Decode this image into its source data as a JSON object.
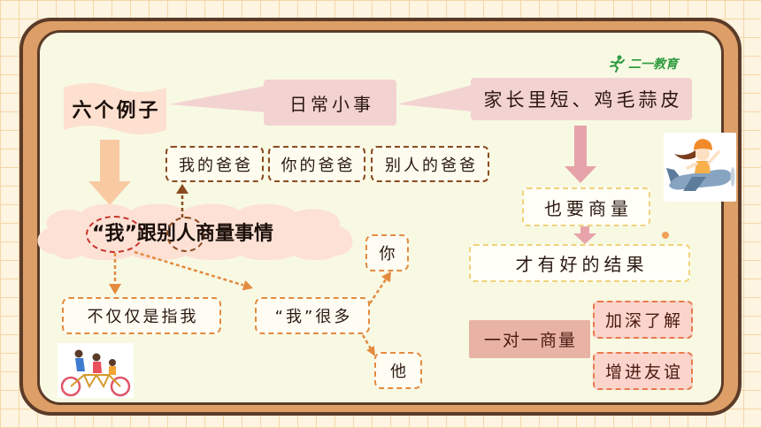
{
  "colors": {
    "frame": "#5b3b28",
    "band": "#dd9f67",
    "panel": "#f8f9e3",
    "callout": "#f3d2d2",
    "arrow": "#e6a3aa",
    "brown-dash": "#8b4a1e",
    "orange-dash": "#e38a3f",
    "yellow-dash": "#f0d27a",
    "logo": "#2e9b3e"
  },
  "logo": {
    "text": "二一教育",
    "icon": "runner-icon"
  },
  "banner": {
    "label": "六个例子"
  },
  "callouts": {
    "daily_matters": "日常小事",
    "trivial_matters": "家长里短、鸡毛蒜皮"
  },
  "dad_examples": [
    "我的爸爸",
    "你的爸爸",
    "别人的爸爸"
  ],
  "cloud": {
    "segments": [
      "“我”",
      "跟别",
      "人",
      "商量事情"
    ]
  },
  "me_branch": {
    "not_only_me": "不仅仅是指我",
    "many_me": "“我”很多",
    "you": "你",
    "he": "他"
  },
  "result_chain": {
    "need_discuss": "也要商量",
    "good_result": "才有好的结果"
  },
  "one_on_one": {
    "label": "一对一商量",
    "benefits": [
      "加深了解",
      "增进友谊"
    ]
  },
  "illustrations": {
    "top_right": "girl-airplane-illustration",
    "bottom_left": "family-bicycle-illustration"
  }
}
